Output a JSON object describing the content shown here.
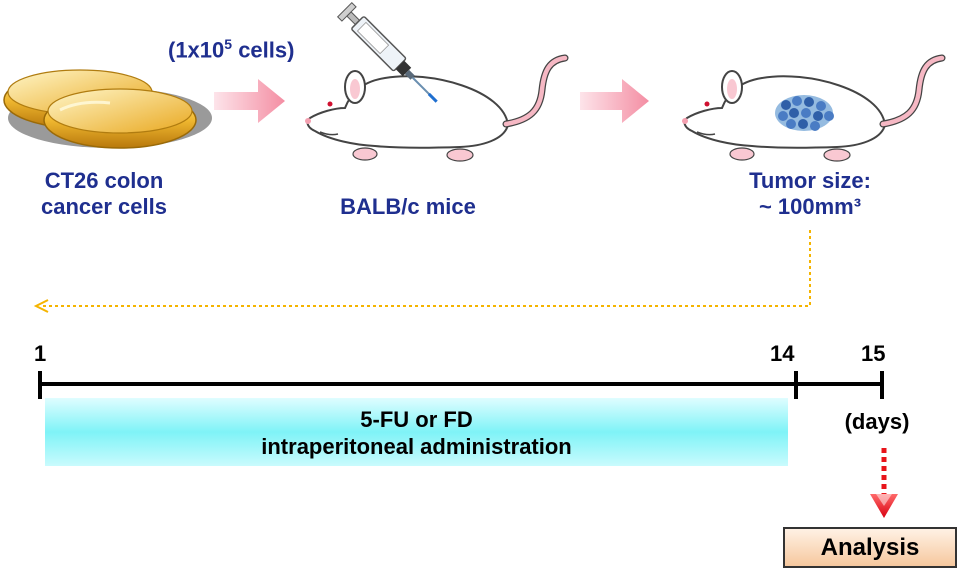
{
  "steps": {
    "cells_label_line1": "CT26 colon",
    "cells_label_line2": "cancer cells",
    "injection_prefix": "(1x10",
    "injection_exponent": "5",
    "injection_suffix": " cells)",
    "mice_label": "BALB/c mice",
    "tumor_label_line1": "Tumor size:",
    "tumor_label_line2": "~ 100mm³"
  },
  "timeline": {
    "day_start": "1",
    "day_treatment_end": "14",
    "day_end": "15",
    "unit_label": "(days)",
    "treatment_line1": "5-FU or FD",
    "treatment_line2": "intraperitoneal administration"
  },
  "endpoint": {
    "analysis_label": "Analysis"
  },
  "colors": {
    "label_text": "#1f2f8f",
    "step_arrow": "#f7a0b0",
    "treatment_bar": "#7ff3f7",
    "dotted_arrow": "#f5b400",
    "analysis_arrow": "#e8141a"
  }
}
